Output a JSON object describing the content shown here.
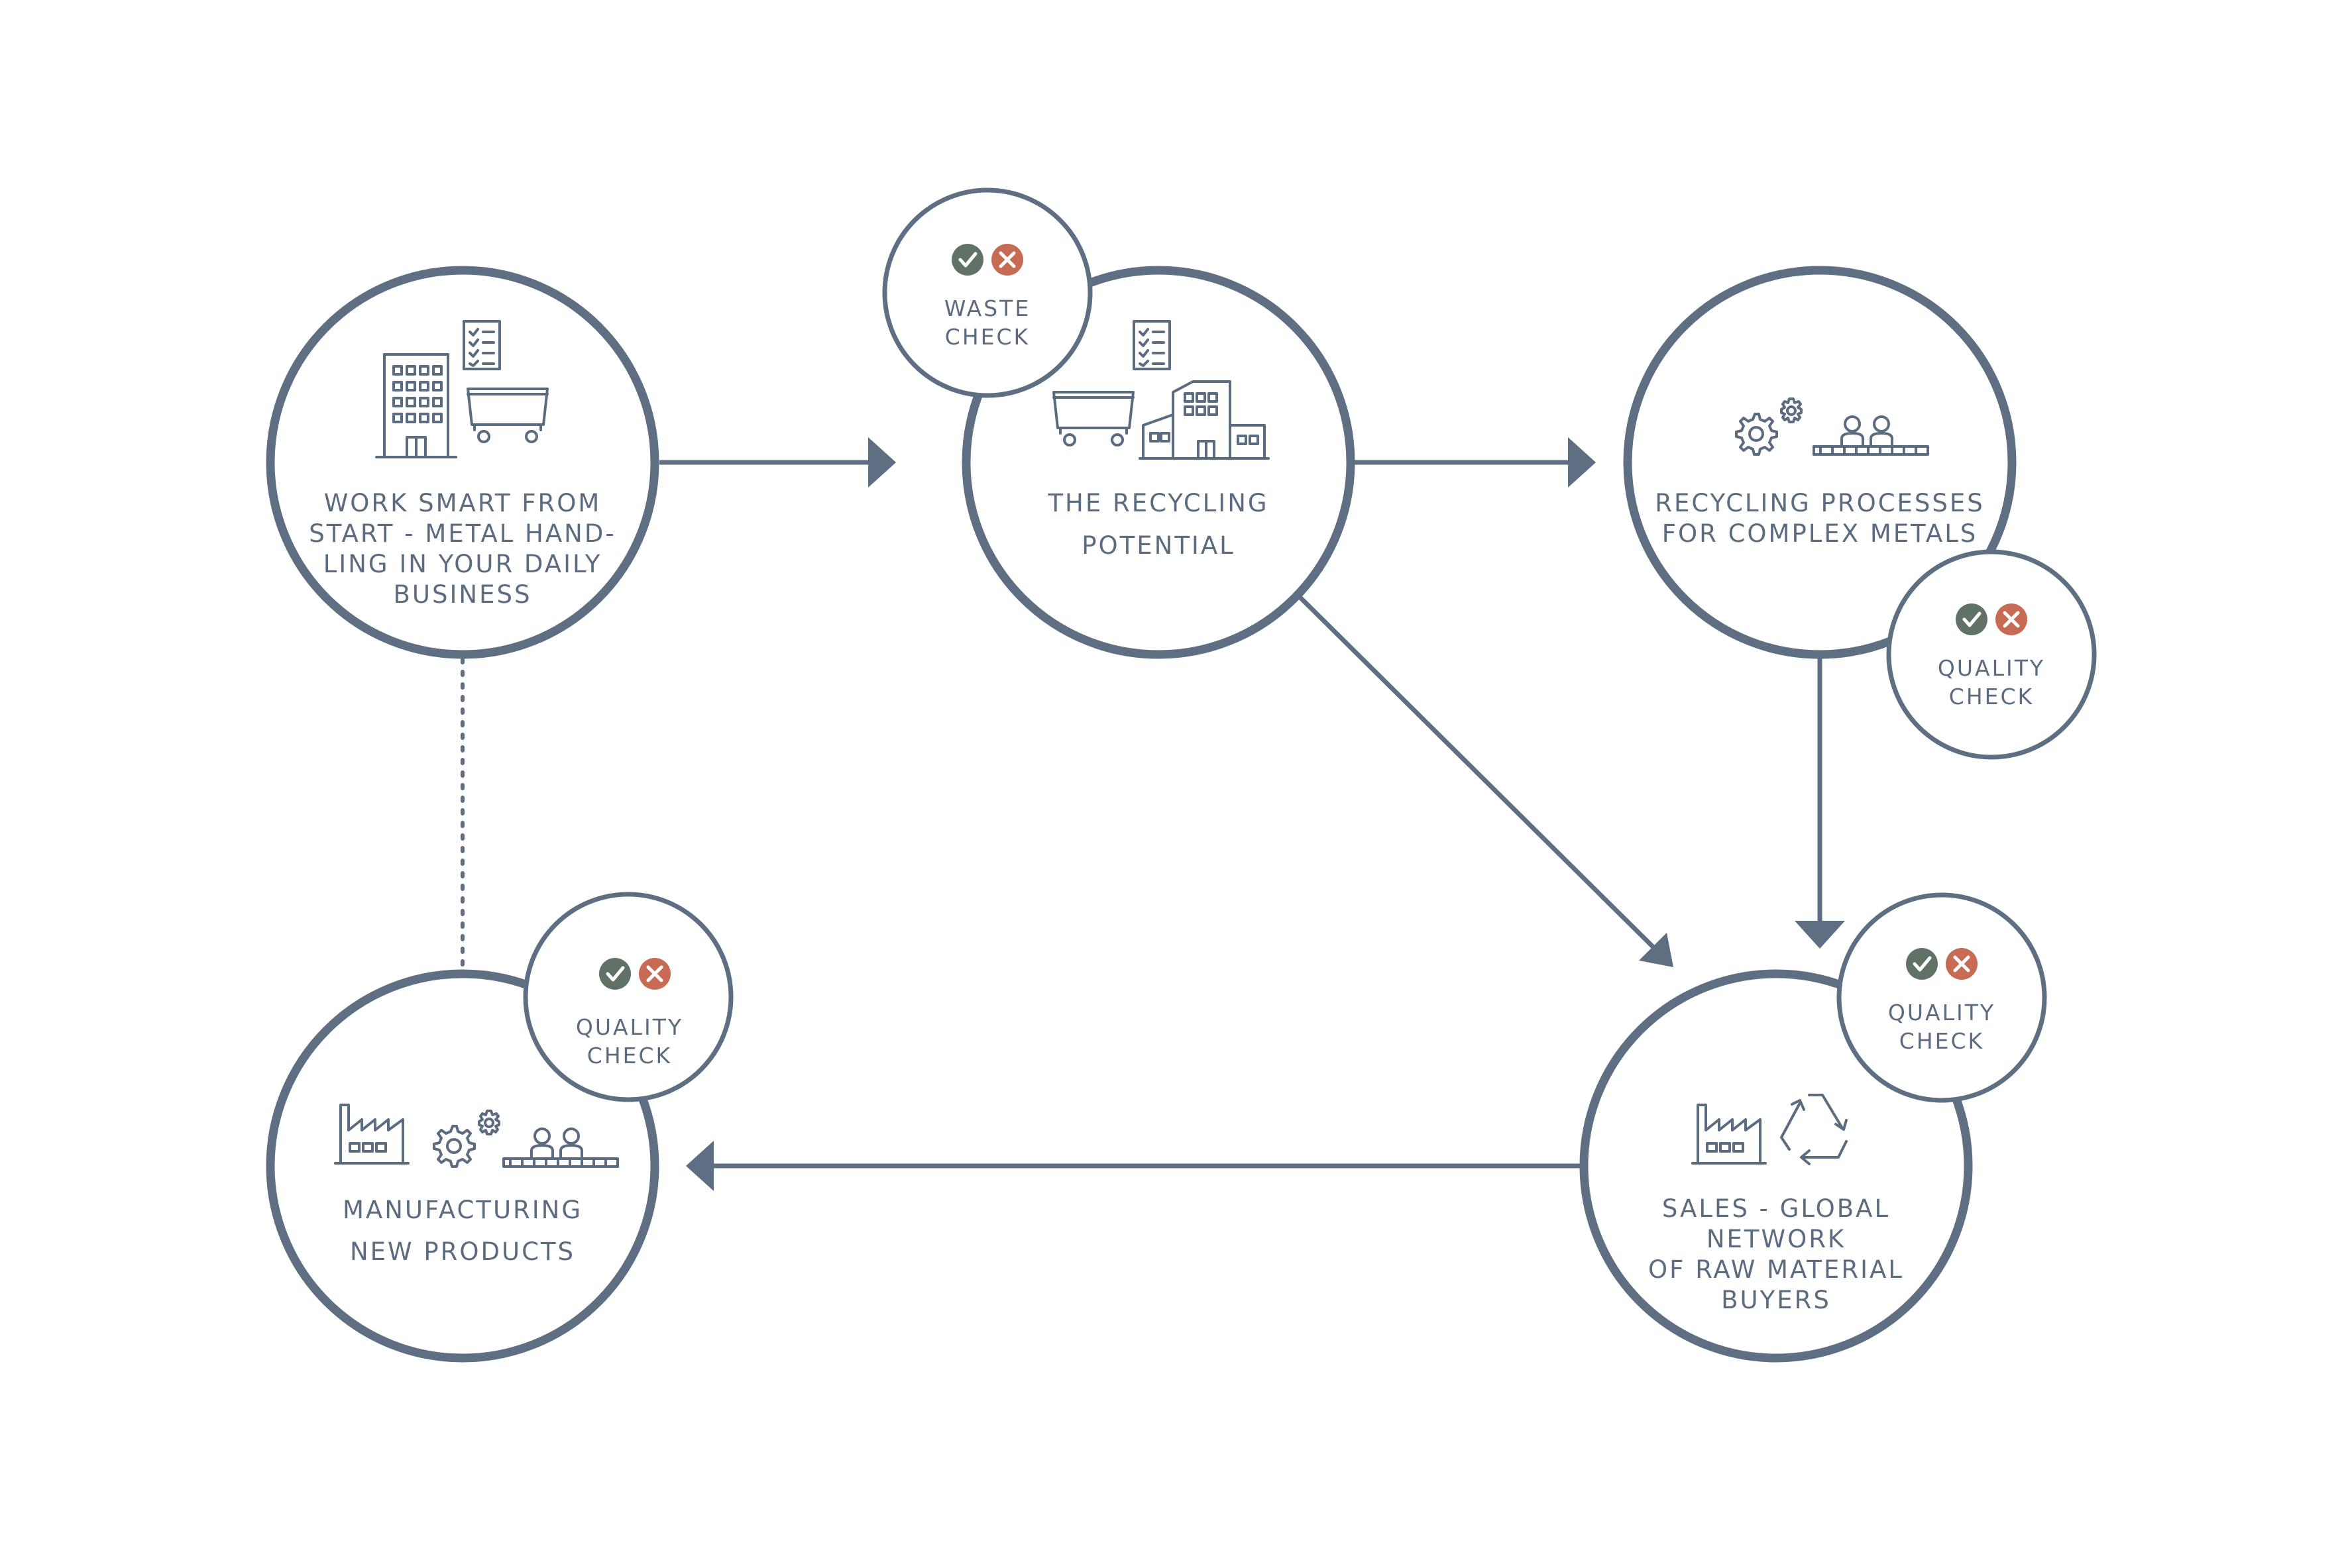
{
  "colors": {
    "line": "#5e6e83",
    "text": "#5b6b80",
    "check_ok": "#5f7265",
    "check_fail": "#c86b55",
    "background": "#ffffff"
  },
  "nodes": {
    "work_smart": {
      "lines": [
        "WORK SMART FROM",
        "START - METAL HAND-",
        "LING IN YOUR DAILY",
        "BUSINESS"
      ],
      "icons": [
        "office-building-icon",
        "checklist-icon",
        "container-cart-icon"
      ]
    },
    "recycling_potential": {
      "lines": [
        "THE RECYCLING",
        "POTENTIAL"
      ],
      "icons": [
        "checklist-icon",
        "container-cart-icon",
        "industrial-buildings-icon"
      ]
    },
    "recycling_processes": {
      "lines": [
        "RECYCLING PROCESSES",
        "FOR COMPLEX METALS"
      ],
      "icons": [
        "gears-icon",
        "workers-conveyor-icon"
      ]
    },
    "sales": {
      "lines": [
        "SALES - GLOBAL",
        "NETWORK",
        "OF RAW MATERIAL",
        "BUYERS"
      ],
      "icons": [
        "factory-icon",
        "recycle-icon"
      ]
    },
    "manufacturing": {
      "lines": [
        "MANUFACTURING",
        "NEW PRODUCTS"
      ],
      "icons": [
        "factory-icon",
        "gears-icon",
        "workers-conveyor-icon"
      ]
    }
  },
  "checks": {
    "waste": {
      "lines": [
        "WASTE",
        "CHECK"
      ],
      "icons": [
        "check-icon",
        "cross-icon"
      ]
    },
    "quality_processes": {
      "lines": [
        "QUALITY",
        "CHECK"
      ],
      "icons": [
        "check-icon",
        "cross-icon"
      ]
    },
    "quality_sales": {
      "lines": [
        "QUALITY",
        "CHECK"
      ],
      "icons": [
        "check-icon",
        "cross-icon"
      ]
    },
    "quality_manufacturing": {
      "lines": [
        "QUALITY",
        "CHECK"
      ],
      "icons": [
        "check-icon",
        "cross-icon"
      ]
    }
  },
  "edges": [
    {
      "from": "work_smart",
      "to": "recycling_potential",
      "style": "solid-arrow"
    },
    {
      "from": "recycling_potential",
      "to": "recycling_processes",
      "style": "solid-arrow"
    },
    {
      "from": "recycling_potential",
      "to": "sales",
      "style": "solid-arrow"
    },
    {
      "from": "recycling_processes",
      "to": "sales",
      "style": "solid-arrow"
    },
    {
      "from": "sales",
      "to": "manufacturing",
      "style": "solid-arrow"
    },
    {
      "from": "manufacturing",
      "to": "work_smart",
      "style": "dotted"
    }
  ]
}
